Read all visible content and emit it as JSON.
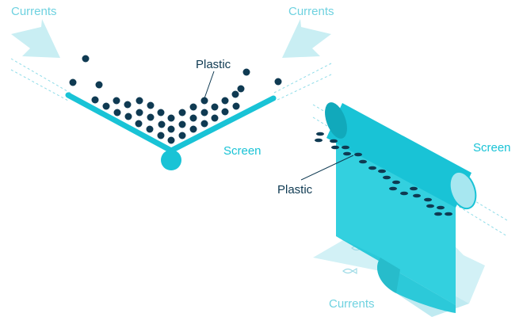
{
  "labels": {
    "currents_left": "Currents",
    "currents_right": "Currents",
    "currents_bottom": "Currents",
    "plastic_top": "Plastic",
    "plastic_right": "Plastic",
    "screen_left": "Screen",
    "screen_right": "Screen"
  },
  "colors": {
    "accent": "#19c3d6",
    "accent_dark": "#11a9bb",
    "accent_mid": "#33d0df",
    "current_arrow": "#c9eef3",
    "current_text": "#6fd2e0",
    "plastic": "#0f3a52",
    "leader": "#0f3a52"
  }
}
